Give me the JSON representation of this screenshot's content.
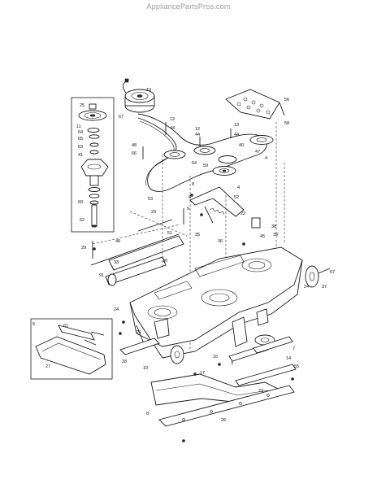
{
  "watermark": "AppliancePartsPros.com",
  "callouts": [
    {
      "id": "c19",
      "label": "19"
    },
    {
      "id": "c67a",
      "label": "67"
    },
    {
      "id": "c56",
      "label": "56"
    },
    {
      "id": "c58",
      "label": "58"
    },
    {
      "id": "c12a",
      "label": "12"
    },
    {
      "id": "c44a",
      "label": "44"
    },
    {
      "id": "c12b",
      "label": "12"
    },
    {
      "id": "c44b",
      "label": "44"
    },
    {
      "id": "c13",
      "label": "13"
    },
    {
      "id": "c66a",
      "label": "66"
    },
    {
      "id": "c48a",
      "label": "48"
    },
    {
      "id": "c44c",
      "label": "44"
    },
    {
      "id": "c40",
      "label": "40"
    },
    {
      "id": "c54",
      "label": "54"
    },
    {
      "id": "c59",
      "label": "59"
    },
    {
      "id": "c47",
      "label": "47"
    },
    {
      "id": "c4a",
      "label": "4"
    },
    {
      "id": "c62",
      "label": "62"
    },
    {
      "id": "c25",
      "label": "25"
    },
    {
      "id": "c11",
      "label": "11"
    },
    {
      "id": "c64",
      "label": "64"
    },
    {
      "id": "c65",
      "label": "65"
    },
    {
      "id": "c63",
      "label": "63"
    },
    {
      "id": "c41a",
      "label": "41"
    },
    {
      "id": "c60",
      "label": "60"
    },
    {
      "id": "c4b",
      "label": "4"
    },
    {
      "id": "c8a",
      "label": "8"
    },
    {
      "id": "c53",
      "label": "53"
    },
    {
      "id": "c52",
      "label": "52"
    },
    {
      "id": "c6",
      "label": "6"
    },
    {
      "id": "c9",
      "label": "9"
    },
    {
      "id": "c29a",
      "label": "29"
    },
    {
      "id": "c51",
      "label": "51"
    },
    {
      "id": "c22",
      "label": "22"
    },
    {
      "id": "c29b",
      "label": "29"
    },
    {
      "id": "c48b",
      "label": "48"
    },
    {
      "id": "c33",
      "label": "33"
    },
    {
      "id": "c91",
      "label": "91"
    },
    {
      "id": "c30",
      "label": "30"
    },
    {
      "id": "c35",
      "label": "35"
    },
    {
      "id": "c36",
      "label": "36"
    },
    {
      "id": "c38",
      "label": "38"
    },
    {
      "id": "c39",
      "label": "39"
    },
    {
      "id": "c45",
      "label": "45"
    },
    {
      "id": "c67b",
      "label": "67"
    },
    {
      "id": "c37",
      "label": "37"
    },
    {
      "id": "c24a",
      "label": "24"
    },
    {
      "id": "c5",
      "label": "5"
    },
    {
      "id": "c61",
      "label": "61"
    },
    {
      "id": "c27",
      "label": "27"
    },
    {
      "id": "c10",
      "label": "10"
    },
    {
      "id": "c21",
      "label": "21"
    },
    {
      "id": "c16",
      "label": "16"
    },
    {
      "id": "c17",
      "label": "17"
    },
    {
      "id": "c23",
      "label": "23"
    },
    {
      "id": "c55",
      "label": "55"
    },
    {
      "id": "c3",
      "label": "3"
    },
    {
      "id": "c8b",
      "label": "8"
    },
    {
      "id": "c26",
      "label": "26"
    },
    {
      "id": "c7",
      "label": "7"
    },
    {
      "id": "c24b",
      "label": "24"
    },
    {
      "id": "c28",
      "label": "28"
    },
    {
      "id": "c14",
      "label": "14"
    }
  ]
}
